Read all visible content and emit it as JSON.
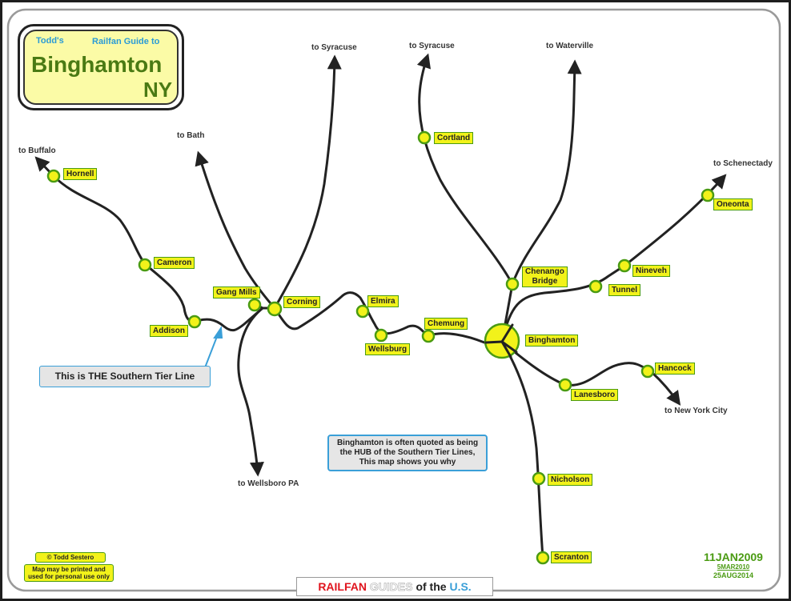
{
  "title": {
    "author": "Todd's",
    "subtitle": "Railfan Guide to",
    "city": "Binghamton",
    "state": "NY"
  },
  "colors": {
    "track": "#222222",
    "station_fill": "#f2f21a",
    "station_border": "#4a9b12",
    "callout_border": "#3a9fd8",
    "title_green": "#4a7a14",
    "title_blue": "#2a9bd6"
  },
  "stations": {
    "hornell": "Hornell",
    "cameron": "Cameron",
    "addison": "Addison",
    "gang_mills": "Gang Mills",
    "corning": "Corning",
    "elmira": "Elmira",
    "wellsburg": "Wellsburg",
    "chemung": "Chemung",
    "binghamton": "Binghamton",
    "cortland": "Cortland",
    "chenango_bridge_1": "Chenango",
    "chenango_bridge_2": "Bridge",
    "tunnel": "Tunnel",
    "nineveh": "Nineveh",
    "oneonta": "Oneonta",
    "lanesboro": "Lanesboro",
    "hancock": "Hancock",
    "nicholson": "Nicholson",
    "scranton": "Scranton"
  },
  "destinations": {
    "buffalo": "to Buffalo",
    "bath": "to Bath",
    "syracuse_west": "to Syracuse",
    "syracuse_east": "to Syracuse",
    "waterville": "to Waterville",
    "schenectady": "to Schenectady",
    "nyc": "to New York City",
    "wellsboro": "to Wellsboro PA"
  },
  "callouts": {
    "southern_tier": "This is THE Southern Tier Line",
    "hub_line1": "Binghamton is often quoted as being",
    "hub_line2": "the HUB of the Southern Tier Lines,",
    "hub_line3": "This map shows you why"
  },
  "credit": {
    "copyright_symbol": "©",
    "author": "Todd Sestero",
    "line1": "Map may be printed and",
    "line2": "used for personal use only"
  },
  "dates": {
    "created": "11JAN2009",
    "revised1": "5MAR2010",
    "revised2": "25AUG2014"
  },
  "footer": {
    "part1": "RAILFAN",
    "part2": "GUIDES",
    "part3": "of the",
    "part4": "U.S.",
    "color1": "#e0141e",
    "color2": "#ffffff",
    "color3": "#222222",
    "color4": "#3a9fd8"
  }
}
